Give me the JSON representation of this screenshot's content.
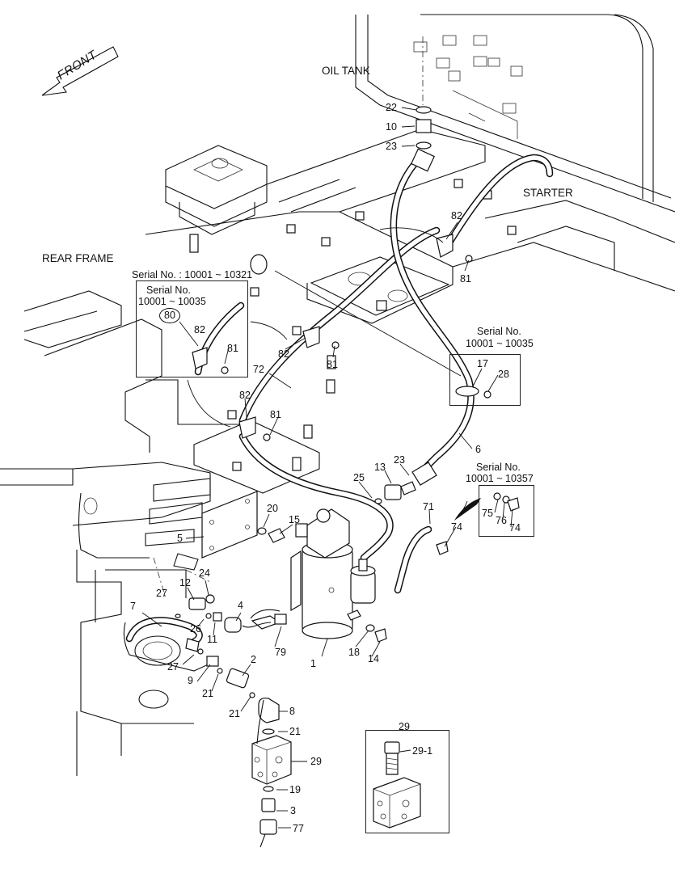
{
  "captions": {
    "oil_tank": "OIL TANK",
    "front": "FRONT",
    "starter": "STARTER",
    "rear_frame": "REAR FRAME"
  },
  "serial_notes": {
    "range_10321": "Serial No. : 10001 ~ 10321",
    "inset_left_title": "Serial No.",
    "inset_left_range": "10001 ~ 10035",
    "inset_right_title": "Serial No.",
    "inset_right_range": "10001 ~ 10035",
    "inset_small_title": "Serial No.",
    "inset_small_range": "10001 ~ 10357"
  },
  "callouts": {
    "c22": "22",
    "c10": "10",
    "c23a": "23",
    "c82a": "82",
    "c81a": "81",
    "c80": "80",
    "c82b": "82",
    "c81b": "81",
    "c82c": "82",
    "c81c": "81",
    "c72": "72",
    "c82d": "82",
    "c81d": "81",
    "c17": "17",
    "c28": "28",
    "c6": "6",
    "c13": "13",
    "c23b": "23",
    "c25": "25",
    "c75": "75",
    "c76": "76",
    "c74a": "74",
    "c71": "71",
    "c74b": "74",
    "c20": "20",
    "c15": "15",
    "c5": "5",
    "c24": "24",
    "c12": "12",
    "c27a": "27",
    "c7": "7",
    "c26": "26",
    "c11": "11",
    "c4": "4",
    "c79": "79",
    "c27b": "27",
    "c9": "9",
    "c21a": "21",
    "c2": "2",
    "c21b": "21",
    "c8": "8",
    "c21c": "21",
    "c29": "29",
    "c19": "19",
    "c3": "3",
    "c77": "77",
    "c1": "1",
    "c18": "18",
    "c14": "14",
    "c29_inset": "29",
    "c29_1": "29-1"
  }
}
